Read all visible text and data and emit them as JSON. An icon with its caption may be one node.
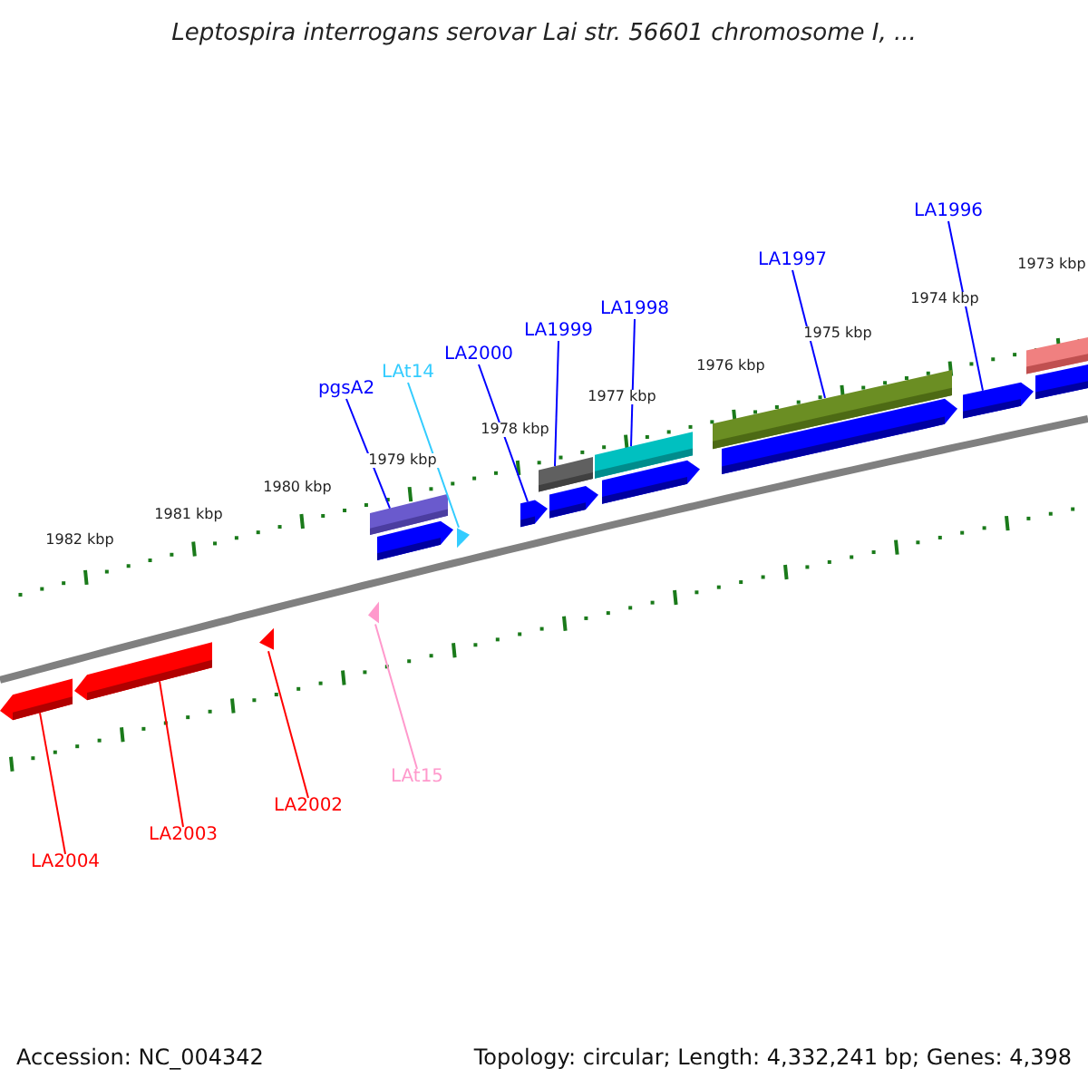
{
  "diagram": {
    "title": "Leptospira interrogans serovar Lai str. 56601 chromosome I, ...",
    "nodes": [
      {
        "text": [
          "LA1996"
        ]
      },
      {
        "text": [
          "LA1997"
        ]
      },
      {
        "text": [
          "LA1998"
        ]
      },
      {
        "text": [
          "LA1999"
        ]
      },
      {
        "text": [
          "LA2000"
        ]
      },
      {
        "text": [
          "LAt14"
        ]
      },
      {
        "text": [
          "pgsA2"
        ]
      },
      {
        "text": [
          "LAt15"
        ]
      },
      {
        "text": [
          "LA2002"
        ]
      },
      {
        "text": [
          "LA2003"
        ]
      },
      {
        "text": [
          "LA2004"
        ]
      },
      {
        "text": [],
        "shape": "arrow"
      },
      {
        "text": [],
        "shape": "arrow"
      },
      {
        "text": [],
        "shape": "triangle"
      },
      {
        "text": [],
        "shape": "triangle"
      },
      {
        "text": [],
        "shape": "bar"
      },
      {
        "text": [],
        "shape": "arrow"
      },
      {
        "text": [],
        "shape": "triangle"
      },
      {
        "text": [],
        "shape": "arrow"
      },
      {
        "text": [],
        "shape": "bar"
      },
      {
        "text": [],
        "shape": "arrow"
      },
      {
        "text": [],
        "shape": "bar"
      },
      {
        "text": [],
        "shape": "arrow"
      },
      {
        "text": [],
        "shape": "bar"
      },
      {
        "text": [],
        "shape": "arrow"
      },
      {
        "text": [],
        "shape": "arrow"
      },
      {
        "text": [],
        "shape": "bar"
      },
      {
        "text": [],
        "shape": "bar"
      }
    ],
    "edges": [
      {
        "from": 0,
        "to": 25,
        "arrow": "none"
      },
      {
        "from": 1,
        "to": 23,
        "arrow": "none"
      },
      {
        "from": 2,
        "to": 21,
        "arrow": "none"
      },
      {
        "from": 3,
        "to": 19,
        "arrow": "none"
      },
      {
        "from": 4,
        "to": 18,
        "arrow": "none"
      },
      {
        "from": 5,
        "to": 17,
        "arrow": "none",
        "color": "#33ccff"
      },
      {
        "from": 6,
        "to": 15,
        "arrow": "none"
      },
      {
        "from": 7,
        "to": 14,
        "arrow": "none",
        "color": "#ff99cc"
      },
      {
        "from": 8,
        "to": 13,
        "arrow": "none",
        "color": "#ff0000"
      },
      {
        "from": 9,
        "to": 12,
        "arrow": "none",
        "color": "#ff0000"
      },
      {
        "from": 10,
        "to": 11,
        "arrow": "none",
        "color": "#ff0000"
      }
    ],
    "labels": [
      "1973 kbp",
      "1974 kbp",
      "1975 kbp",
      "1976 kbp",
      "1977 kbp",
      "1978 kbp",
      "1979 kbp",
      "1980 kbp",
      "1981 kbp",
      "1982 kbp",
      "Accession: NC_004342",
      "Topology: circular; Length: 4,332,241 bp; Genes: 4,398"
    ]
  }
}
